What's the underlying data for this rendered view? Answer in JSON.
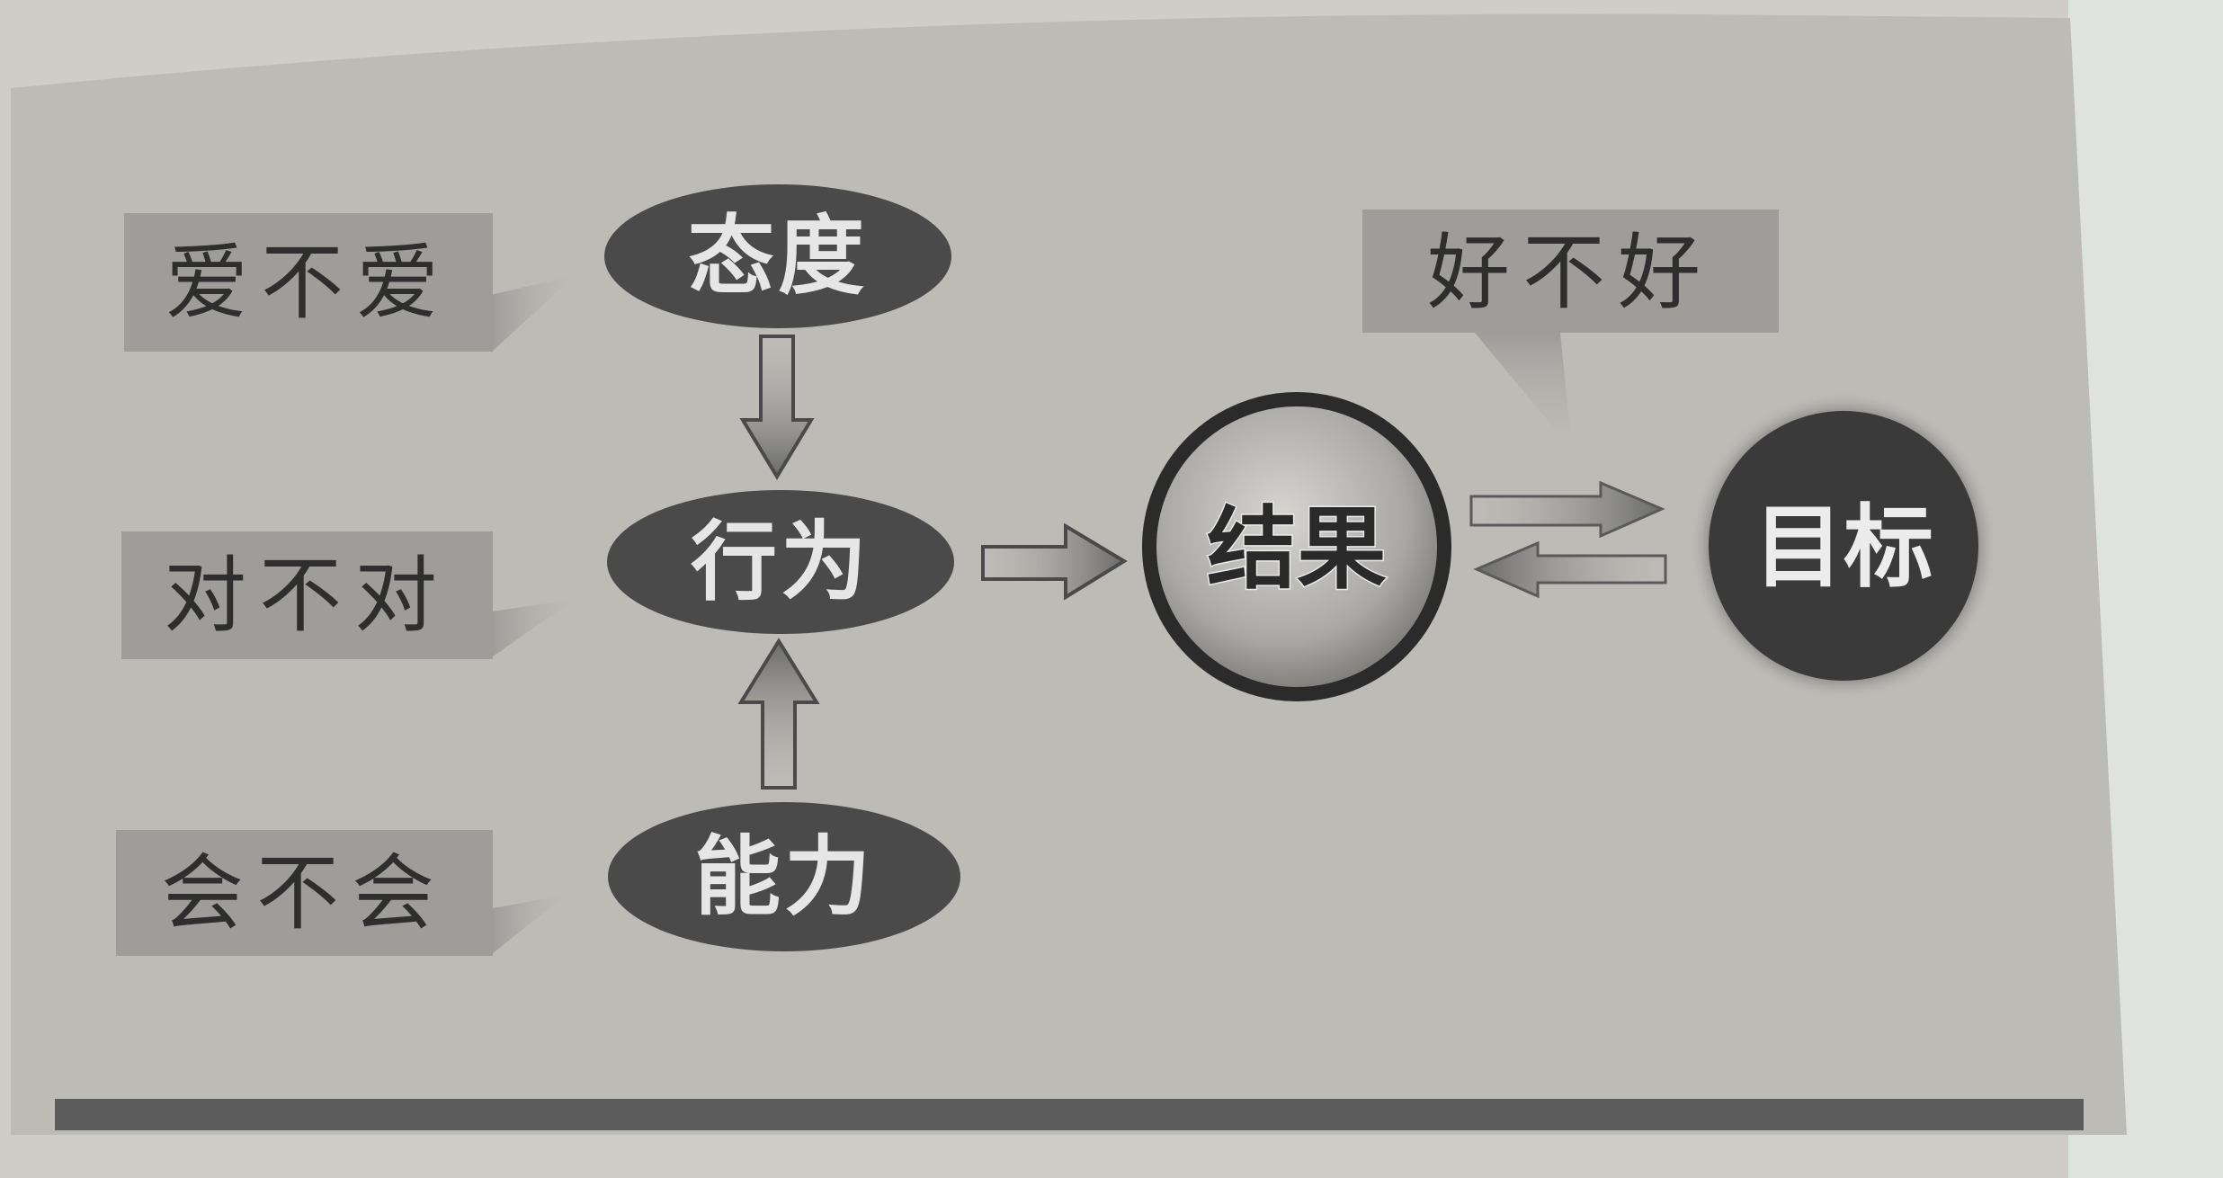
{
  "diagram": {
    "colors": {
      "page_background": "#cfcdc7",
      "page_right_edge": "#dfe3df",
      "card_background": "#bdbbb6",
      "label_box": "#9e9d99",
      "ellipse_fill": "#4a4a4a",
      "result_ring": "#2b2b2b",
      "goal_fill": "#3a3a3a",
      "arrow_fill": "#777777",
      "bottom_bar": "#5c5c5c"
    },
    "nodes": {
      "attitude": {
        "label": "态度",
        "shape": "ellipse"
      },
      "behavior": {
        "label": "行为",
        "shape": "ellipse"
      },
      "ability": {
        "label": "能力",
        "shape": "ellipse"
      },
      "result": {
        "label": "结果",
        "shape": "circle-outlined"
      },
      "goal": {
        "label": "目标",
        "shape": "circle-filled"
      }
    },
    "callouts": {
      "attitude": {
        "text": "爱不爱",
        "points_to": "attitude"
      },
      "behavior": {
        "text": "对不对",
        "points_to": "behavior"
      },
      "ability": {
        "text": "会不会",
        "points_to": "ability"
      },
      "goal_check": {
        "text": "好不好",
        "points_to": "result-goal-arrows"
      }
    },
    "edges": [
      {
        "from": "attitude",
        "to": "behavior",
        "style": "double-line-arrow"
      },
      {
        "from": "ability",
        "to": "behavior",
        "style": "double-line-arrow"
      },
      {
        "from": "behavior",
        "to": "result",
        "style": "double-line-arrow"
      },
      {
        "from": "result",
        "to": "goal",
        "style": "double-line-arrow"
      },
      {
        "from": "goal",
        "to": "result",
        "style": "double-line-arrow"
      }
    ]
  }
}
